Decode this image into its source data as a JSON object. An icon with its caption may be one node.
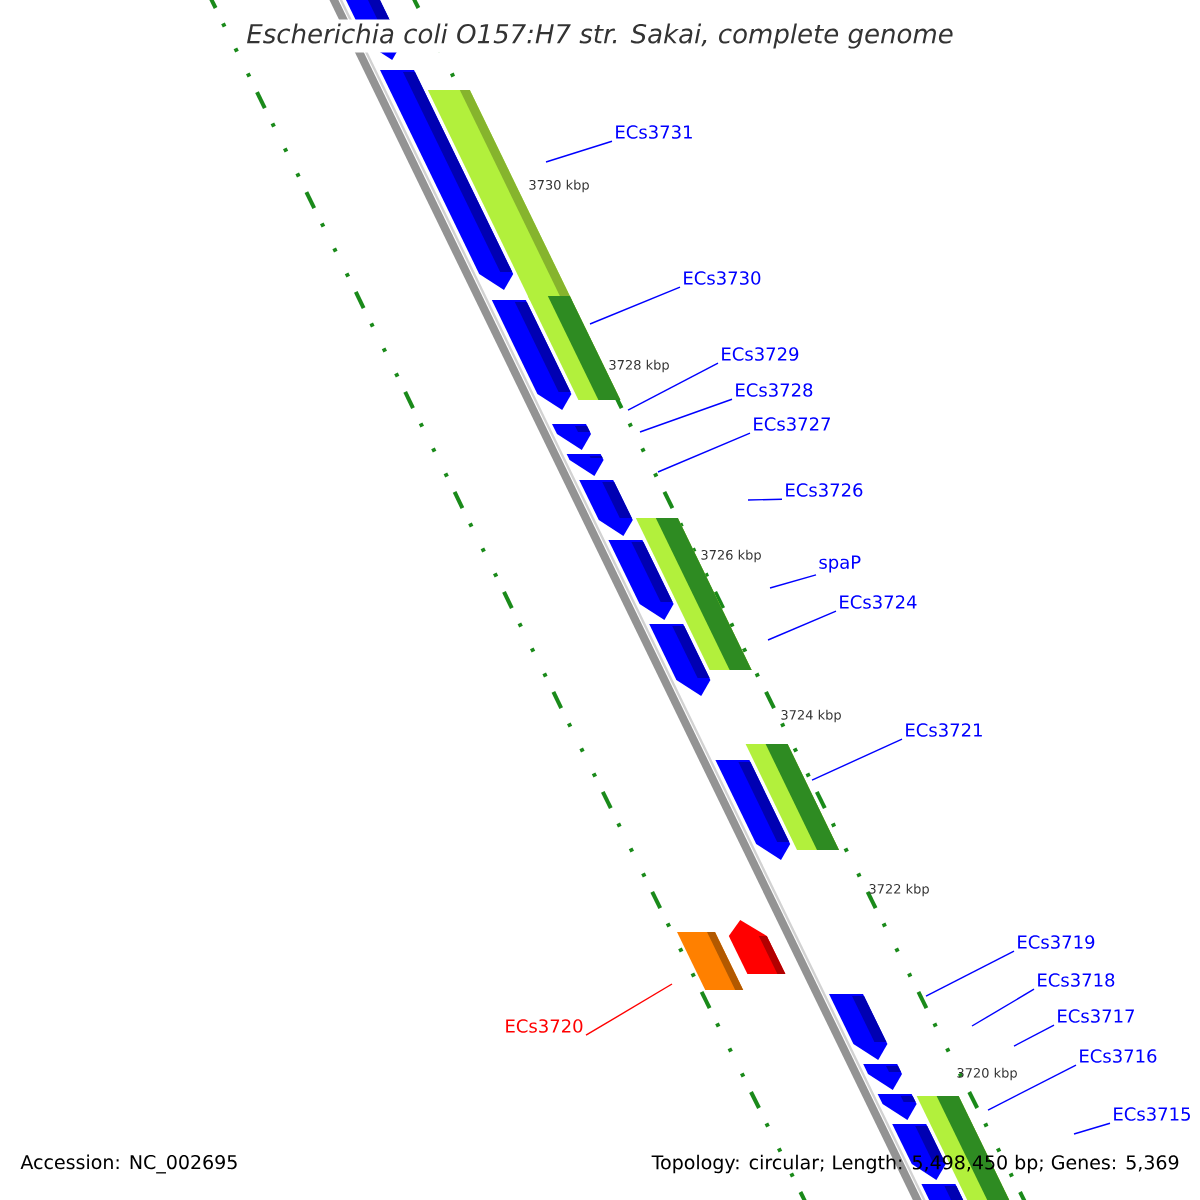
{
  "diagram": {
    "title": "Escherichia coli O157:H7 str. Sakai, complete genome",
    "nodes": [
      {
        "text": [
          "ECs3731"
        ]
      },
      {
        "text": [
          "ECs3730"
        ]
      },
      {
        "text": [
          "ECs3729"
        ]
      },
      {
        "text": [
          "ECs3728"
        ]
      },
      {
        "text": [
          "ECs3727"
        ]
      },
      {
        "text": [
          "ECs3726"
        ]
      },
      {
        "text": [
          "spaP"
        ]
      },
      {
        "text": [
          "ECs3724"
        ]
      },
      {
        "text": [
          "ECs3721"
        ]
      },
      {
        "text": [
          "ECs3720"
        ]
      },
      {
        "text": [
          "ECs3719"
        ]
      },
      {
        "text": [
          "ECs3718"
        ]
      },
      {
        "text": [
          "ECs3717"
        ]
      },
      {
        "text": [
          "ECs3716"
        ]
      },
      {
        "text": [
          "ECs3715"
        ]
      }
    ],
    "edges": [
      {
        "from": 0,
        "to": null,
        "arrow": "none"
      },
      {
        "from": 1,
        "to": null,
        "arrow": "none"
      },
      {
        "from": 2,
        "to": null,
        "arrow": "none"
      },
      {
        "from": 3,
        "to": null,
        "arrow": "none"
      },
      {
        "from": 4,
        "to": null,
        "arrow": "none"
      },
      {
        "from": 5,
        "to": null,
        "arrow": "none"
      },
      {
        "from": 6,
        "to": null,
        "arrow": "none"
      },
      {
        "from": 7,
        "to": null,
        "arrow": "none"
      },
      {
        "from": 8,
        "to": null,
        "arrow": "none"
      },
      {
        "from": 9,
        "to": null,
        "arrow": "none",
        "color": "#ff0000"
      },
      {
        "from": 10,
        "to": null,
        "arrow": "none"
      },
      {
        "from": 11,
        "to": null,
        "arrow": "none"
      },
      {
        "from": 12,
        "to": null,
        "arrow": "none"
      },
      {
        "from": 13,
        "to": null,
        "arrow": "none"
      },
      {
        "from": 14,
        "to": null,
        "arrow": "none"
      }
    ],
    "labels": [
      "3730 kbp",
      "3728 kbp",
      "3726 kbp",
      "3724 kbp",
      "3722 kbp",
      "3720 kbp",
      "Accession: NC_002695",
      "Topology: circular; Length: 5,498,450 bp; Genes: 5,369"
    ]
  }
}
